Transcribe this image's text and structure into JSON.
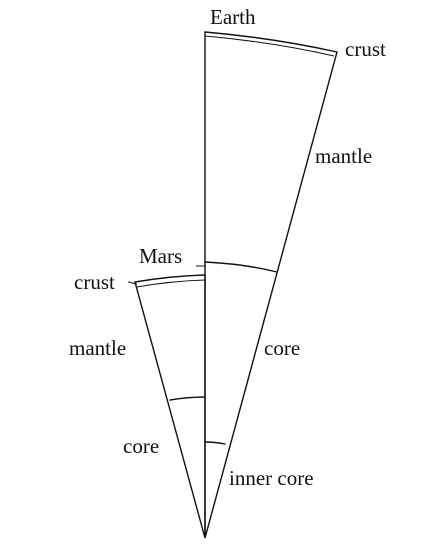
{
  "earth": {
    "name": "Earth",
    "layers": {
      "crust": "crust",
      "mantle": "mantle",
      "core": "core",
      "inner_core": "inner core"
    }
  },
  "mars": {
    "name": "Mars",
    "layers": {
      "crust": "crust",
      "mantle": "mantle",
      "core": "core"
    }
  },
  "colors": {
    "line": "#111111",
    "background": "#ffffff"
  }
}
